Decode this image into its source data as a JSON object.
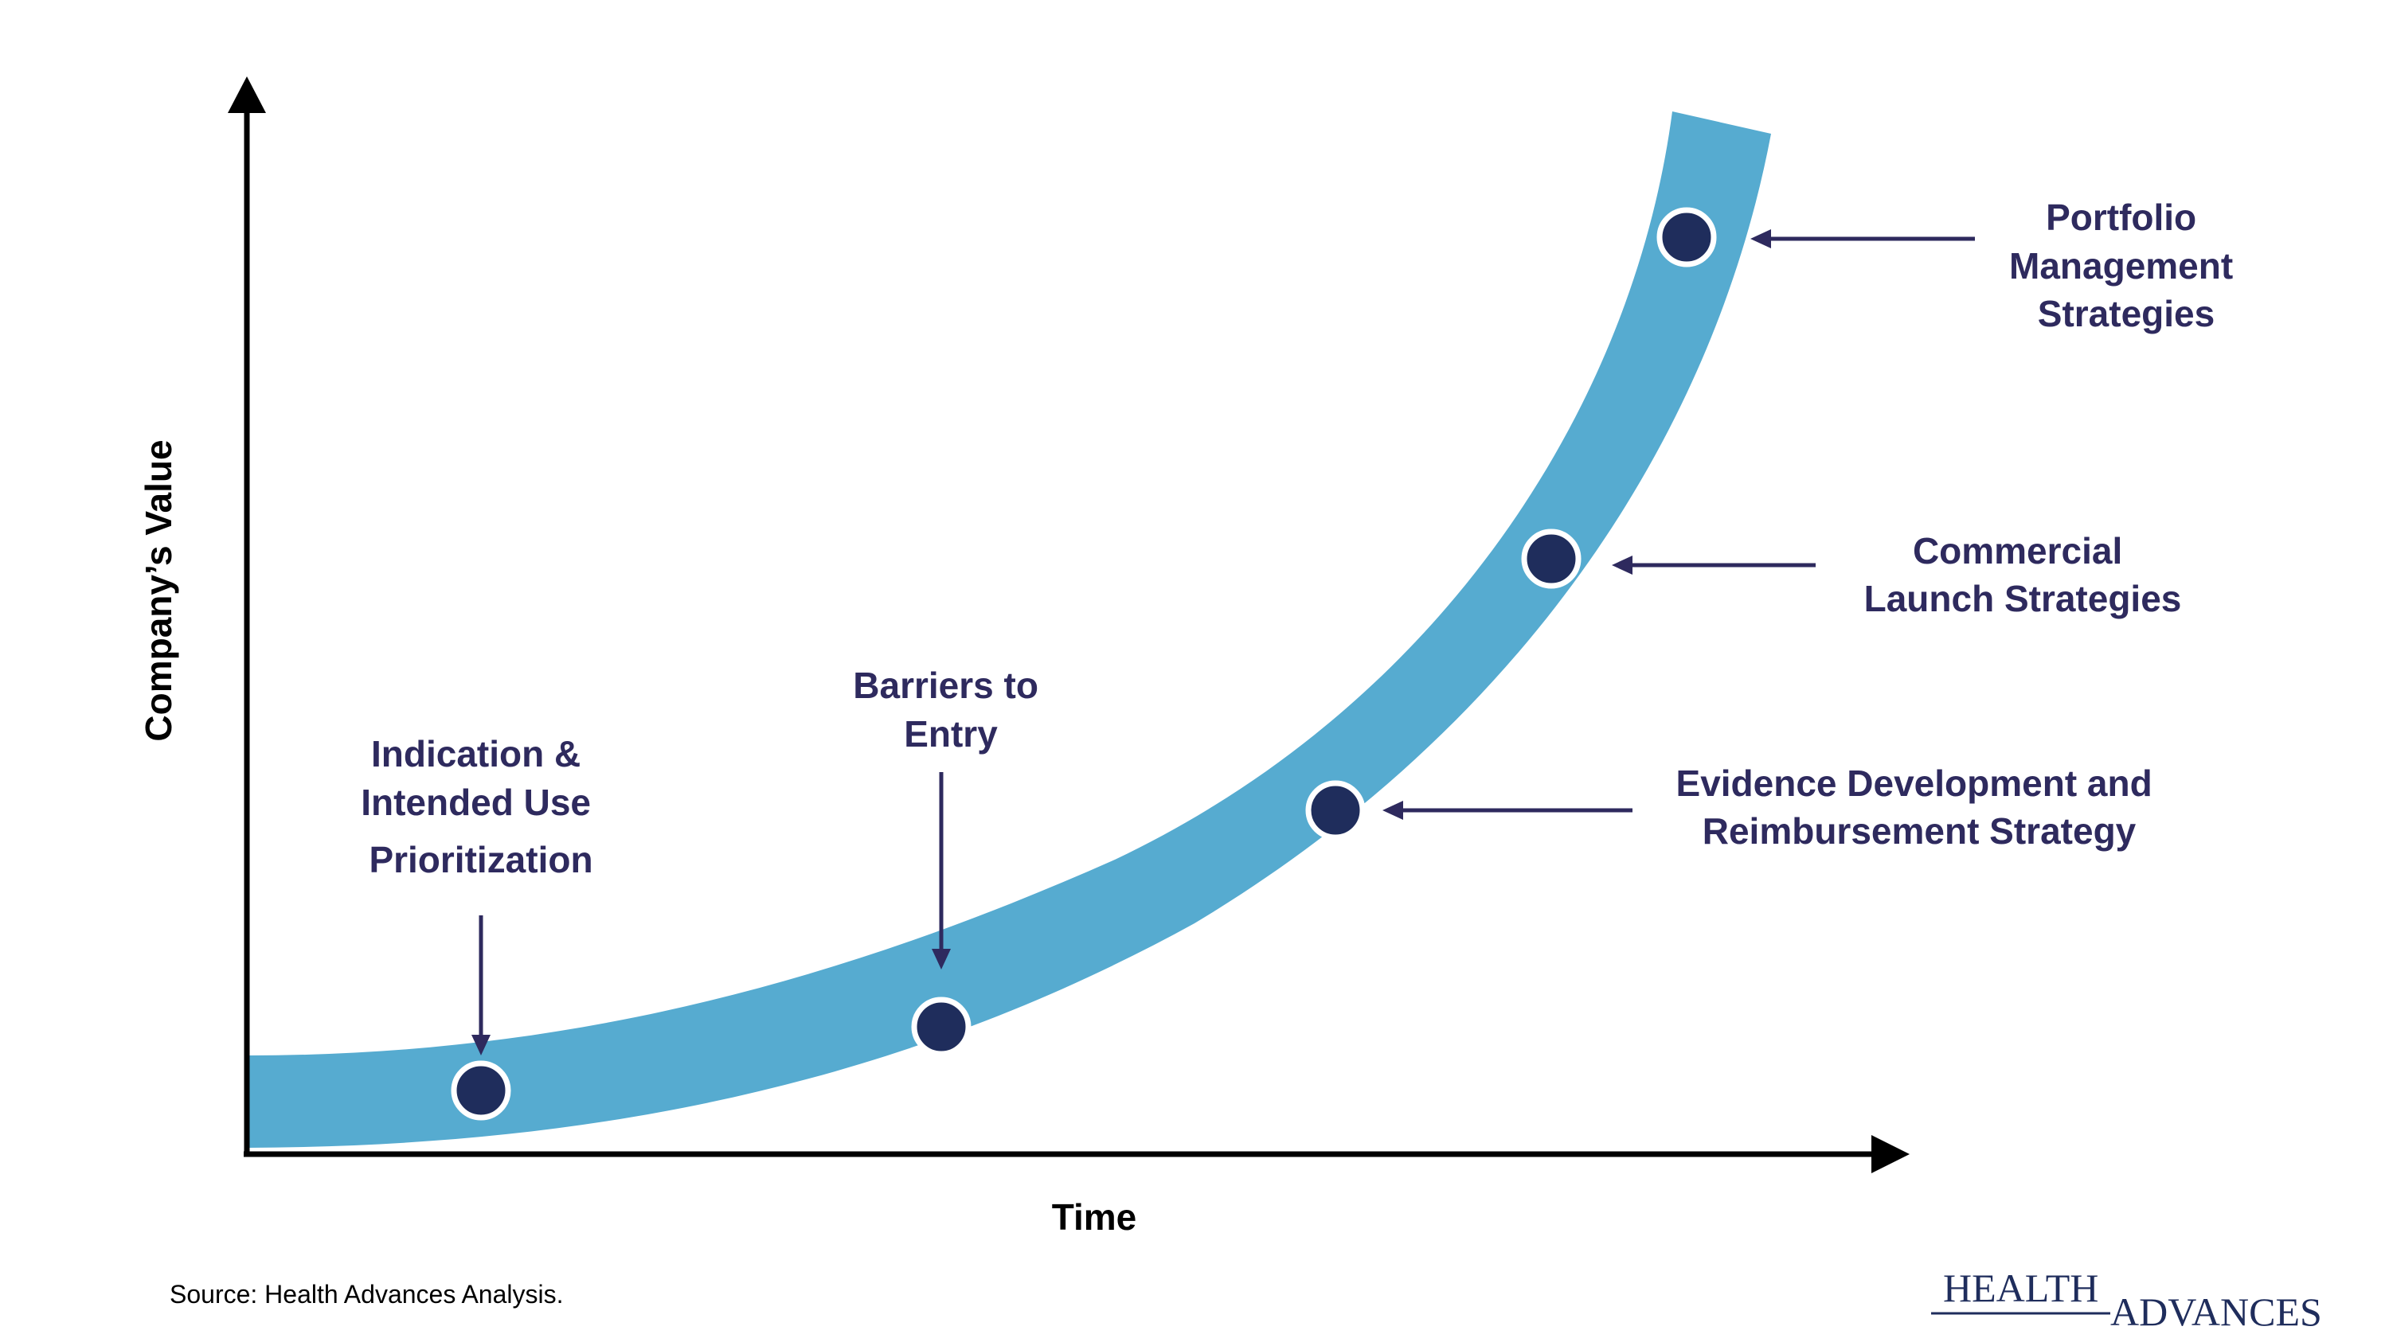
{
  "axes": {
    "y_title": "Company’s Value",
    "x_title": "Time"
  },
  "labels": {
    "indication": [
      "Indication &",
      "Intended Use",
      "Prioritization"
    ],
    "barriers": [
      "Barriers to",
      "Entry"
    ],
    "evidence": [
      "Evidence Development and",
      "Reimbursement Strategy"
    ],
    "commercial": [
      "Commercial",
      "Launch Strategies"
    ],
    "portfolio": [
      "Portfolio",
      "Management",
      "Strategies"
    ]
  },
  "source": "Source:  Health Advances Analysis.",
  "logo": {
    "word1": "HEALTH",
    "word2": "ADVANCES"
  },
  "colors": {
    "band": "#56abd0",
    "milestone": "#1f2d5c",
    "label": "#2e2a5e",
    "axis": "#000000"
  }
}
